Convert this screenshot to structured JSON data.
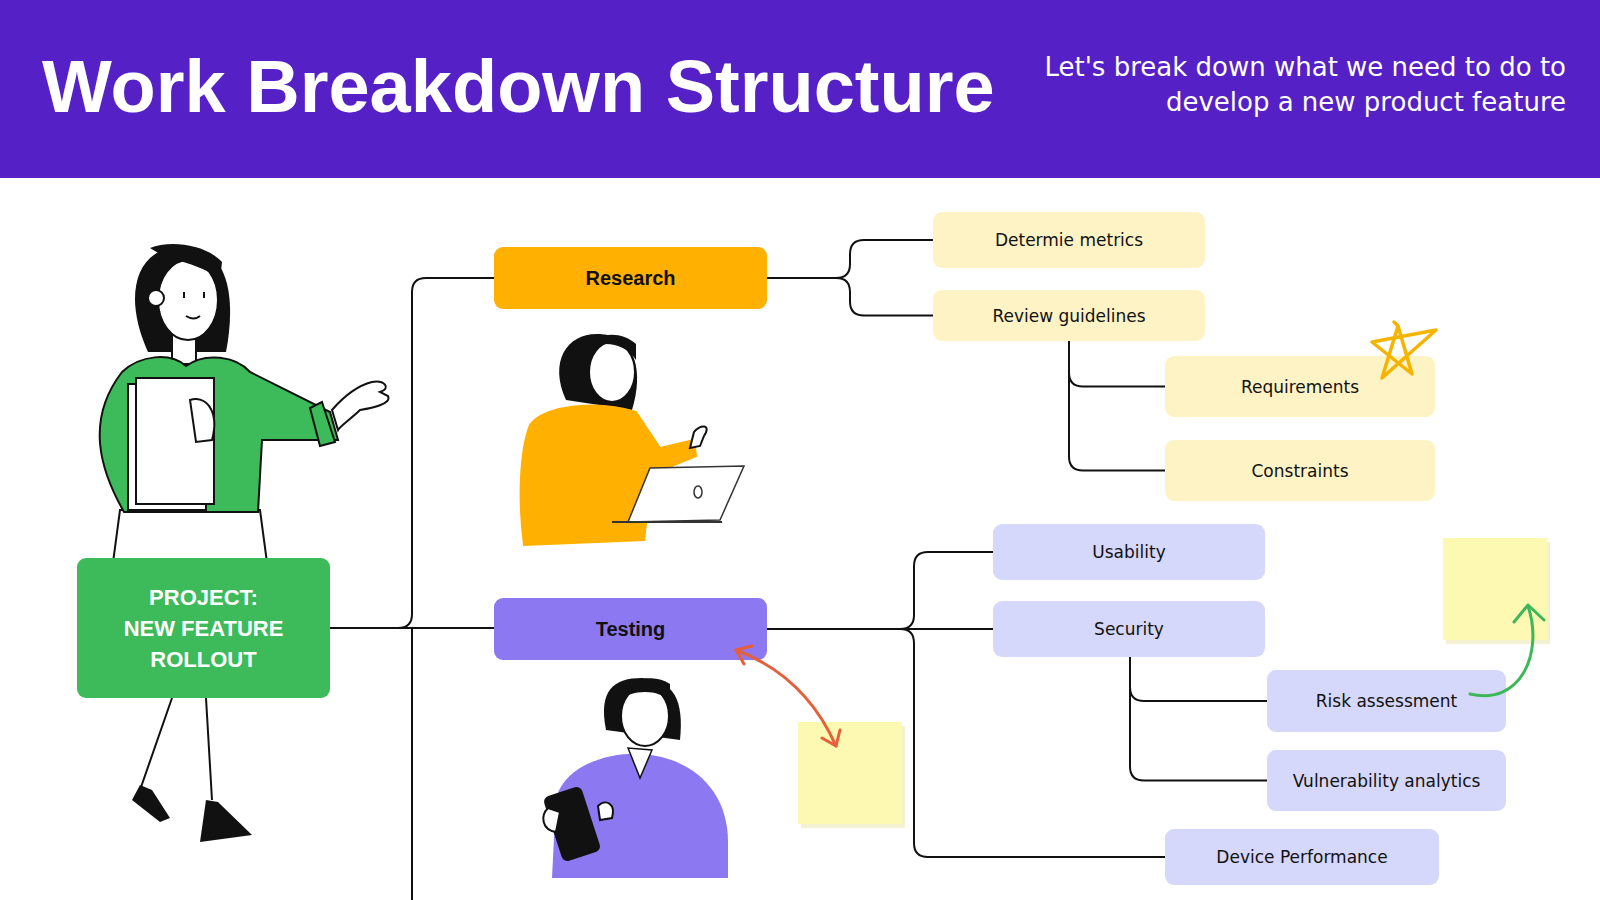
{
  "diagram": {
    "title": "Work Breakdown Structure",
    "caption": "Let's break down what we need to do to develop a new product feature",
    "nodes": [
      {
        "text": [
          "PROJECT: NEW FEATURE ROLLOUT"
        ]
      },
      {
        "text": [
          "Research"
        ]
      },
      {
        "text": [
          "Determie metrics"
        ]
      },
      {
        "text": [
          "Review guidelines"
        ]
      },
      {
        "text": [
          "Requirements"
        ]
      },
      {
        "text": [
          "Constraints"
        ]
      },
      {
        "text": [
          "Testing"
        ]
      },
      {
        "text": [
          "Usability"
        ]
      },
      {
        "text": [
          "Security"
        ]
      },
      {
        "text": [
          "Risk assessment"
        ]
      },
      {
        "text": [
          "Vulnerability analytics"
        ]
      },
      {
        "text": [
          "Device Performance"
        ]
      }
    ],
    "edges": [
      {
        "from": 0,
        "to": 1,
        "arrow": "none"
      },
      {
        "from": 0,
        "to": 6,
        "arrow": "none"
      },
      {
        "from": 1,
        "to": 2,
        "arrow": "none"
      },
      {
        "from": 1,
        "to": 3,
        "arrow": "none"
      },
      {
        "from": 3,
        "to": 4,
        "arrow": "none"
      },
      {
        "from": 3,
        "to": 5,
        "arrow": "none"
      },
      {
        "from": 6,
        "to": 7,
        "arrow": "none"
      },
      {
        "from": 6,
        "to": 8,
        "arrow": "none"
      },
      {
        "from": 6,
        "to": 11,
        "arrow": "none"
      },
      {
        "from": 8,
        "to": 9,
        "arrow": "none"
      },
      {
        "from": 8,
        "to": 10,
        "arrow": "none"
      }
    ]
  }
}
